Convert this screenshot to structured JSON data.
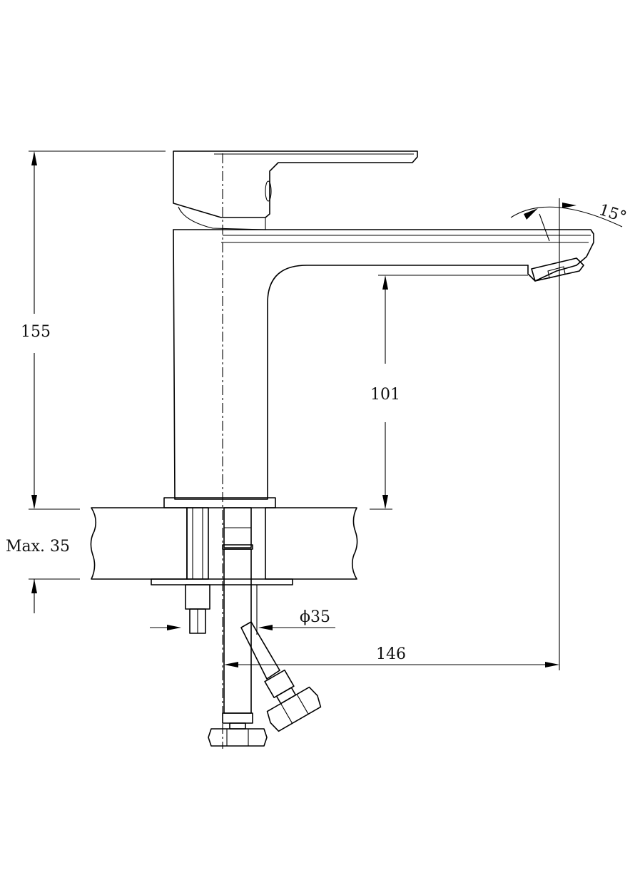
{
  "dimensions": {
    "total_height": "155",
    "spout_height": "101",
    "max_countertop": "Max. 35",
    "hole_diameter": "ϕ35",
    "spout_reach": "146",
    "handle_angle": "15°"
  },
  "colors": {
    "line": "#000000",
    "background": "#ffffff"
  }
}
